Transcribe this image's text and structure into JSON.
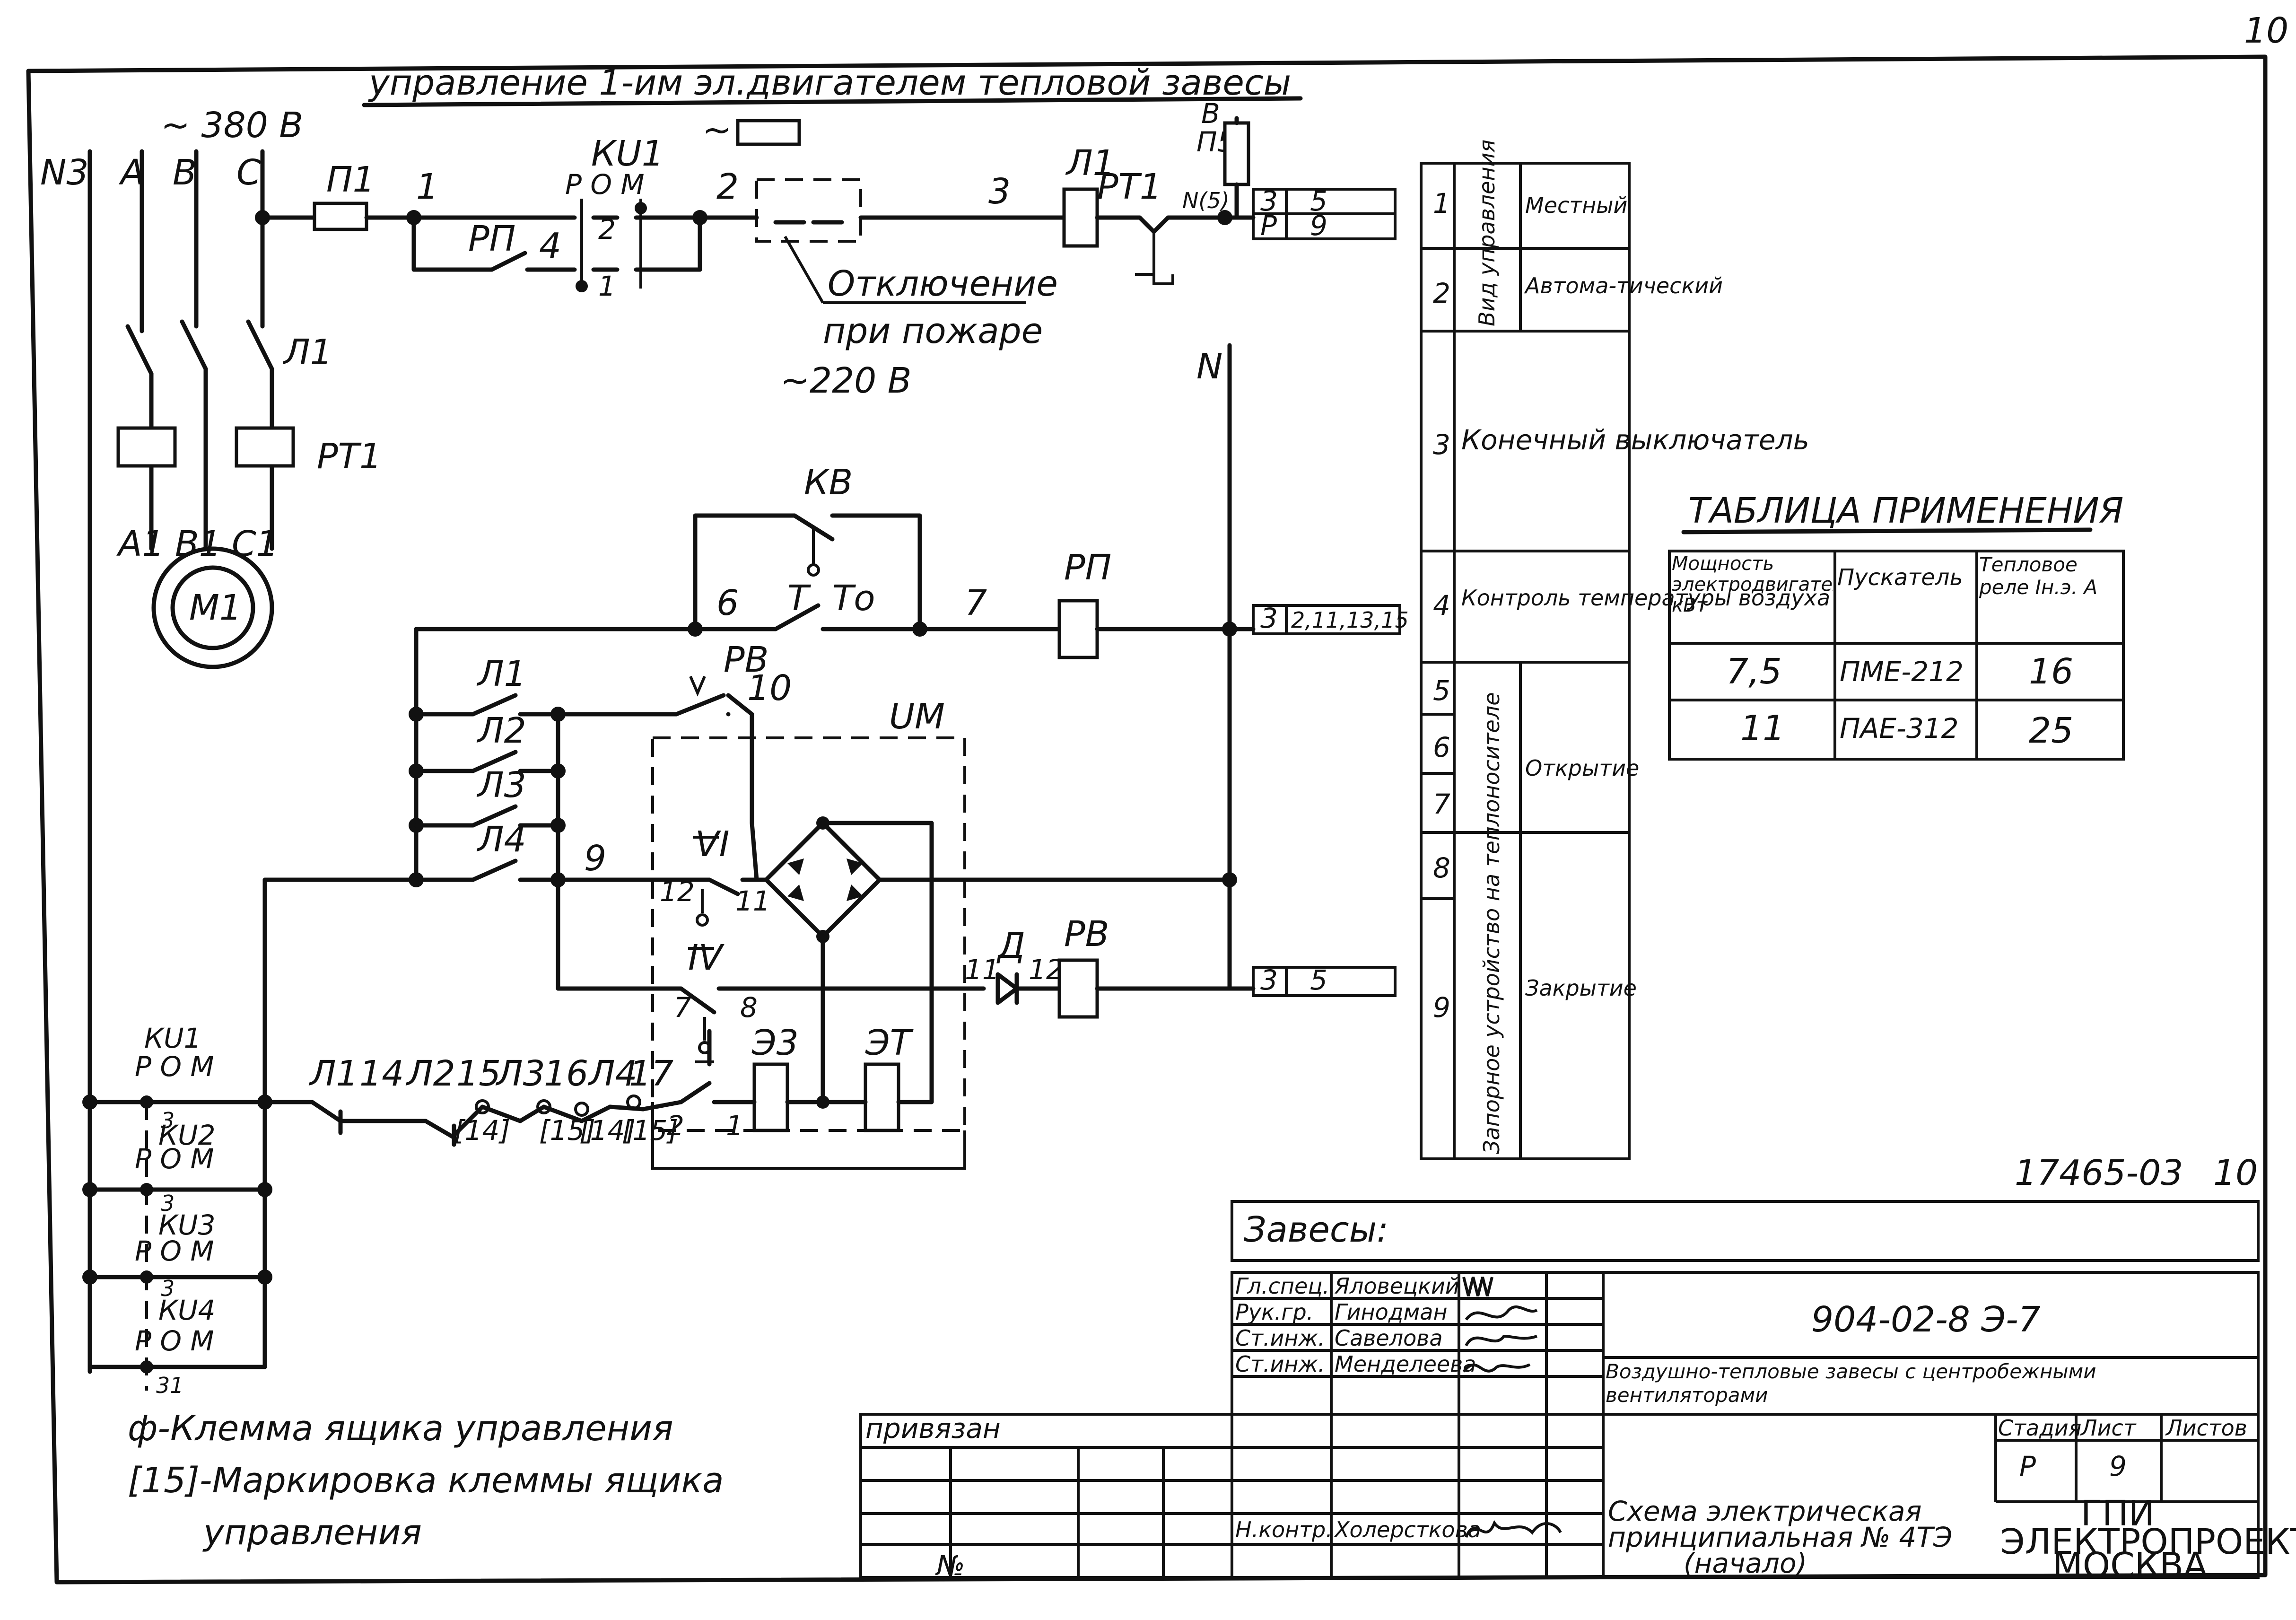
{
  "page_number": "10",
  "title": "управление 1-им эл.двигателем тепловой завесы",
  "supply": {
    "voltage_main": "~ 380 В",
    "voltage_control": "~220 В",
    "ac_symbol": "~",
    "phases": [
      "N3",
      "A",
      "B",
      "C"
    ],
    "motor": "M1",
    "motor_leads": [
      "A1",
      "B1",
      "C1"
    ],
    "contactor": "Л1",
    "thermal_relay": "РТ1"
  },
  "labels": {
    "fuse": "П1",
    "switch_ku1": "КU1",
    "switch_ku1_positions": "Р О М",
    "switch_ku1_contacts": [
      "2",
      "1"
    ],
    "rp": "РП",
    "wire_1": "1",
    "wire_2": "2",
    "wire_3": "3",
    "wire_4": "4",
    "coil_l1": "Л1",
    "rt1_contact": "РТ1",
    "fire_cutoff": "Отключение",
    "fire_cutoff_2": "при пожаре",
    "p5_b": "В",
    "p5": "П5",
    "n5": "N(5)",
    "neutral": "N",
    "kv": "КВ",
    "thermo_t": "Т",
    "thermo_to": "То",
    "wire_6": "6",
    "wire_7": "7",
    "rp_coil": "РП",
    "rv": "РВ",
    "wire_10": "10",
    "um": "UМ",
    "l1": "Л1",
    "l2": "Л2",
    "l3": "Л3",
    "l4": "Л4",
    "wire_9": "9",
    "vi": "VI",
    "iv": "IV",
    "wire_12": "12",
    "wire_11": "11",
    "wire_7b": "7",
    "wire_8": "8",
    "diode": "Д",
    "wire_11b": "11",
    "wire_12b": "12",
    "rv_coil": "РВ",
    "e3": "Э3",
    "et": "ЭТ",
    "um_1": "1",
    "um_2": "2",
    "bottom_chain": [
      "Л1",
      "14",
      "Л2",
      "15",
      "Л3",
      "16",
      "Л4",
      "17"
    ],
    "markers": [
      "[14]",
      "[15]",
      "[14]",
      "[15]"
    ],
    "ku_switches": [
      {
        "name": "КU1",
        "positions": "Р О М",
        "contact": "3"
      },
      {
        "name": "КU2",
        "positions": "Р О М",
        "contact": "3"
      },
      {
        "name": "КU3",
        "positions": "Р О М",
        "contact": "3"
      },
      {
        "name": "КU4",
        "positions": "Р О М",
        "contact": "31"
      }
    ]
  },
  "terminal_refs": [
    {
      "rows": [
        [
          "3",
          "5"
        ],
        [
          "Р",
          "9"
        ]
      ]
    },
    {
      "rows": [
        [
          "3",
          "2,11,13,15"
        ]
      ]
    },
    {
      "rows": [
        [
          "3",
          "5"
        ]
      ]
    }
  ],
  "side_table": {
    "rows": [
      {
        "num": "1",
        "group": "Вид управления",
        "text": "Местный"
      },
      {
        "num": "2",
        "group": "",
        "text": "Автома-тический"
      },
      {
        "num": "3",
        "group": "",
        "text": "Конечный выключатель"
      },
      {
        "num": "4",
        "group": "",
        "text": "Контроль температуры воздуха"
      },
      {
        "num": "5",
        "group": "Запорное устройство на теплоносителе",
        "text": ""
      },
      {
        "num": "6",
        "group": "",
        "text": "Открытие"
      },
      {
        "num": "7",
        "group": "",
        "text": ""
      },
      {
        "num": "8",
        "group": "",
        "text": ""
      },
      {
        "num": "9",
        "group": "",
        "text": "Закрытие"
      }
    ]
  },
  "application_table": {
    "title": "ТАБЛИЦА ПРИМЕНЕНИЯ",
    "headers": [
      "Мощность электродвигателя кВт",
      "Пускатель",
      "Тепловое реле Iн.э. А"
    ],
    "rows": [
      [
        "7,5",
        "ПМЕ-212",
        "16"
      ],
      [
        "11",
        "ПАЕ-312",
        "25"
      ]
    ]
  },
  "legend": {
    "terminal": "ф-Клемма ящика управления",
    "marking_1": "[15]-Маркировка клеммы ящика",
    "marking_2": "управления"
  },
  "title_block": {
    "doc_code": "17465-03",
    "sheet_num": "10",
    "subject": "Завесы:",
    "signatures": [
      {
        "role": "Гл.спец.",
        "name": "Яловецкий"
      },
      {
        "role": "Рук.гр.",
        "name": "Гинодман"
      },
      {
        "role": "Ст.инж.",
        "name": "Савелова"
      },
      {
        "role": "Ст.инж.",
        "name": "Менделеева"
      },
      {
        "role": "Н.контр.",
        "name": "Холерсткова"
      }
    ],
    "linked": "привязан",
    "no": "№",
    "project": "904-02-8   Э-7",
    "description": "Воздушно-тепловые завесы с центробежными вентиляторами",
    "stage_h": "Стадия",
    "sheet_h": "Лист",
    "sheets_h": "Листов",
    "stage": "Р",
    "sheet": "9",
    "drawing_title_1": "Схема электрическая",
    "drawing_title_2": "принципиальная № 4ТЭ",
    "drawing_title_3": "(начало)",
    "org_1": "ГПИ",
    "org_2": "ЭЛЕКТРОПРОЕКТ",
    "org_3": "МОСКВА"
  }
}
